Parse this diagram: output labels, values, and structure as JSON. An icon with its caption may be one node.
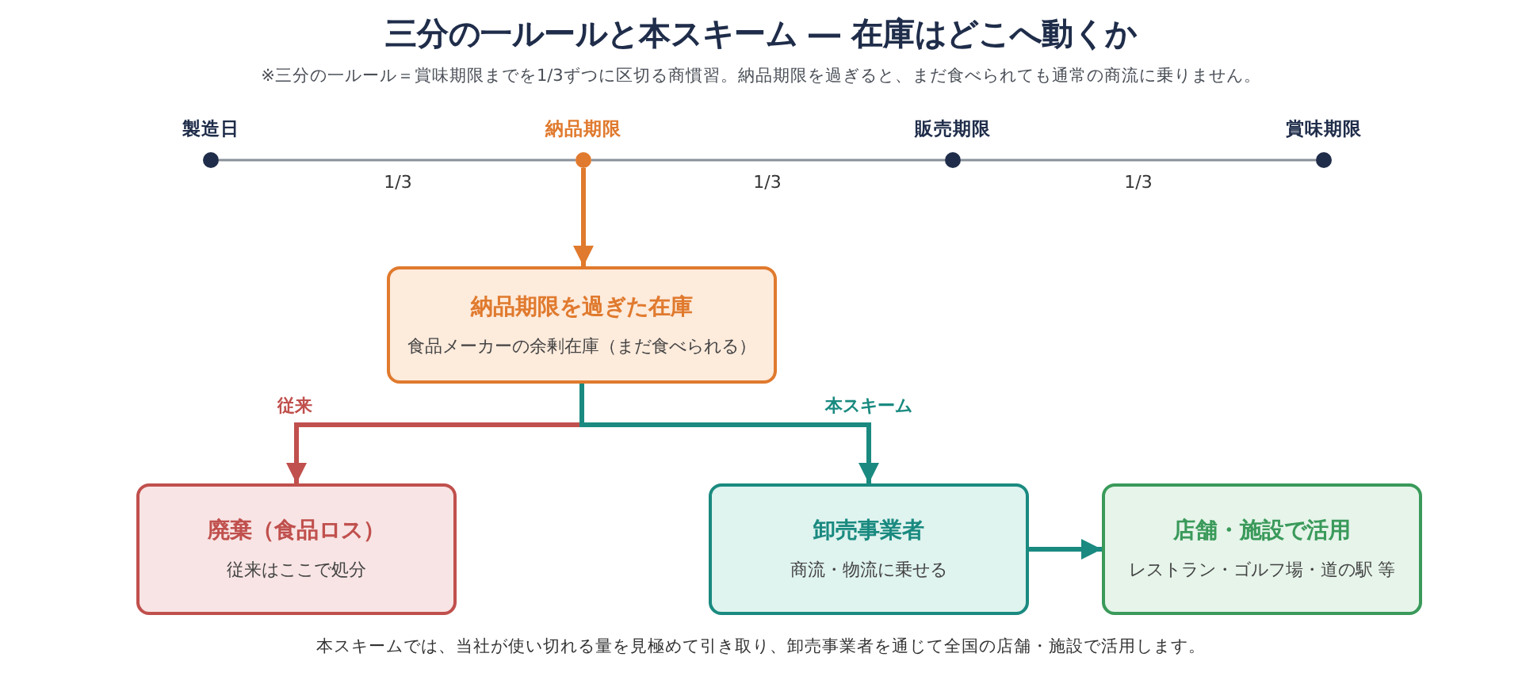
{
  "diagram": {
    "title": "三分の一ルールと本スキーム ― 在庫はどこへ動くか",
    "caption": "※三分の一ルール＝賞味期限までを1/3ずつに区切る商慣習。納品期限を過ぎると、まだ食べられても通常の商流に乗りません。",
    "nodes": [
      {
        "text": [],
        "shape": "circle",
        "beside": [
          "製造日"
        ]
      },
      {
        "text": [],
        "shape": "circle",
        "beside": [
          "納品期限"
        ]
      },
      {
        "text": [],
        "shape": "circle",
        "beside": [
          "販売期限"
        ]
      },
      {
        "text": [],
        "shape": "circle",
        "beside": [
          "賞味期限"
        ]
      },
      {
        "text": [
          "納品期限を過ぎた在庫",
          "食品メーカーの余剰在庫（まだ食べられる）"
        ]
      },
      {
        "text": [
          "廃棄（食品ロス）",
          "従来はここで処分"
        ]
      },
      {
        "text": [
          "卸売事業者",
          "商流・物流に乗せる"
        ]
      },
      {
        "text": [
          "店舗・施設で活用",
          "レストラン・ゴルフ場・道の駅 等"
        ]
      }
    ],
    "edges": [
      {
        "from": 0,
        "to": 1,
        "arrow": "none",
        "label": "1/3"
      },
      {
        "from": 1,
        "to": 2,
        "arrow": "none",
        "label": "1/3"
      },
      {
        "from": 2,
        "to": 3,
        "arrow": "none",
        "label": "1/3"
      },
      {
        "from": 1,
        "to": 4,
        "arrow": "to",
        "color": "#e07a2e"
      },
      {
        "from": 4,
        "to": 5,
        "arrow": "to",
        "label": "従来",
        "color": "#c0504d"
      },
      {
        "from": 4,
        "to": 6,
        "arrow": "to",
        "label": "本スキーム",
        "color": "#1a8a80"
      },
      {
        "from": 6,
        "to": 7,
        "arrow": "to",
        "color": "#1a8a80"
      }
    ],
    "labels": [
      "本スキームでは、当社が使い切れる量を見極めて引き取り、卸売事業者を通じて全国の店舗・施設で活用します。"
    ]
  }
}
